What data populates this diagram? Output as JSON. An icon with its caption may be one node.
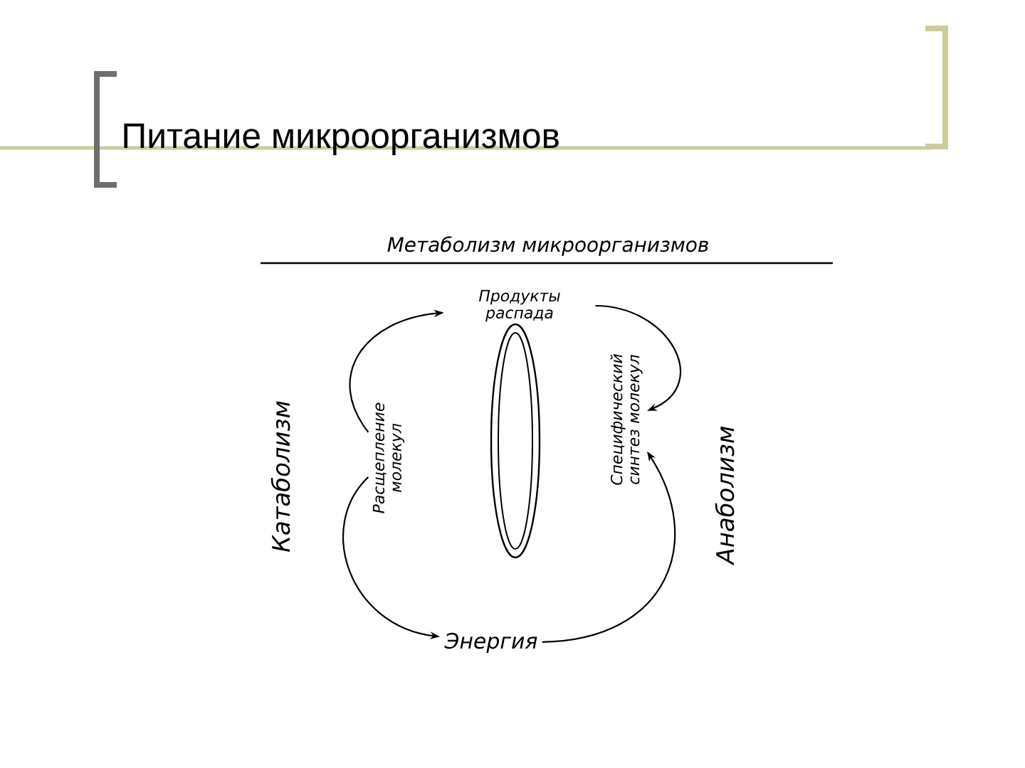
{
  "diagram": {
    "title": "Питание микроорганизмов",
    "nodes": [
      {
        "text": [
          "Продукты распада"
        ]
      },
      {
        "text": [
          "Расщепление молекул"
        ]
      },
      {
        "text": [
          "Специфический синтез молекул"
        ]
      },
      {
        "text": [
          "Энергия"
        ]
      }
    ],
    "edges": [
      {
        "from": 1,
        "to": 0,
        "arrow": "to"
      },
      {
        "from": 1,
        "to": 3,
        "arrow": "to"
      },
      {
        "from": 0,
        "to": 2,
        "arrow": "to"
      },
      {
        "from": 3,
        "to": 2,
        "arrow": "to"
      }
    ],
    "labels": [
      "Метаболизм микроорганизмов",
      "Катаболизм",
      "Анаболизм"
    ]
  }
}
